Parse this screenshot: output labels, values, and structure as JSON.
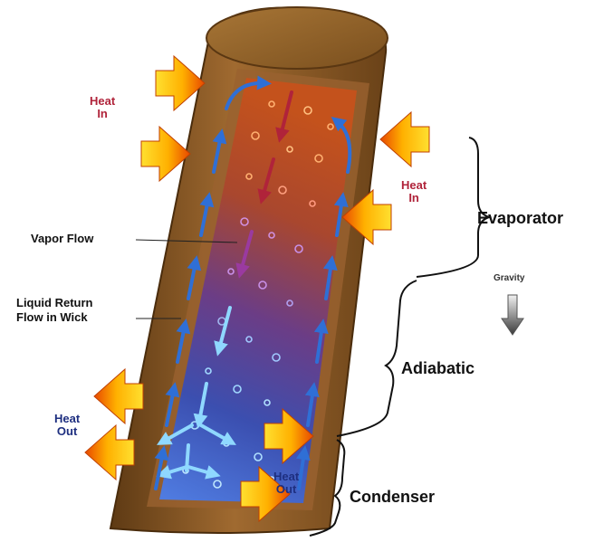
{
  "labels": {
    "heat_in_top": "Heat In",
    "heat_in_right": "Heat In",
    "heat_out_left": "Heat Out",
    "heat_out_right": "Heat Out",
    "vapor_flow": "Vapor Flow",
    "liquid_return_line1": "Liquid Return",
    "liquid_return_line2": "Flow in Wick",
    "evaporator": "Evaporator",
    "adiabatic": "Adiabatic",
    "condenser": "Condenser",
    "gravity": "Gravity"
  },
  "icons": {
    "heat_arrow": "heat-arrow-icon",
    "flow_arrow": "flow-arrow-icon",
    "gravity_arrow": "gravity-arrow-icon"
  },
  "colors": {
    "pipe_wall": "#8a5a26",
    "evaporator_core": "#c0501f",
    "condenser_core": "#3f63c8",
    "heat_in_text": "#b0233a",
    "heat_out_text": "#1e2f80",
    "wick_arrow": "#2f6fd6",
    "vapor_arrow_top": "#b0233a",
    "vapor_arrow_bottom": "#78c8ff"
  }
}
